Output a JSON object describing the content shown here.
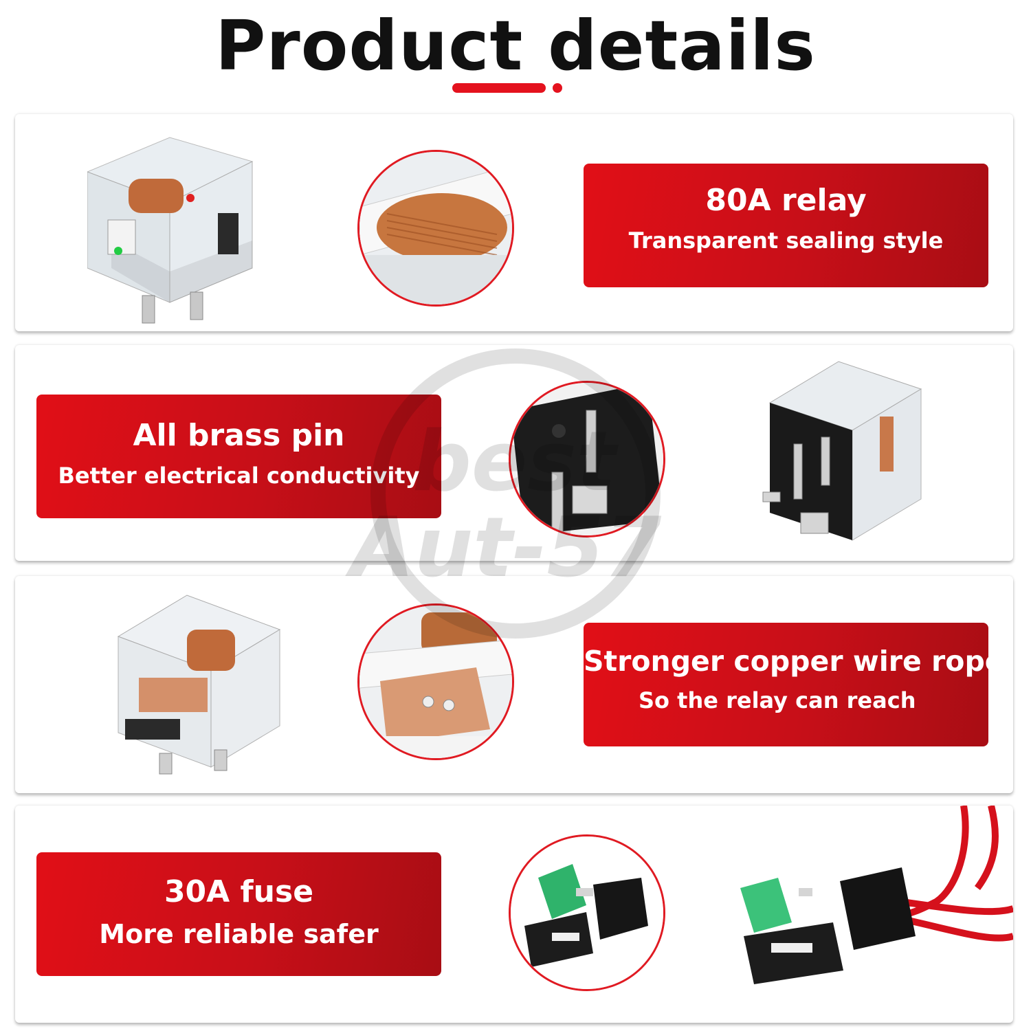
{
  "header": {
    "title": "Product details"
  },
  "watermark": {
    "line1": "best",
    "line2": "Aut-57"
  },
  "features": [
    {
      "title": "80A relay",
      "subtitle": "Transparent sealing style"
    },
    {
      "title": "All brass pin",
      "subtitle": "Better electrical conductivity"
    },
    {
      "title": "Stronger copper wire rope",
      "subtitle": "So the relay can reach"
    },
    {
      "title": "30A fuse",
      "subtitle": "More reliable safer"
    }
  ],
  "colors": {
    "accent": "#e4121e",
    "panel": "#ffffff",
    "text": "#ffffff"
  }
}
